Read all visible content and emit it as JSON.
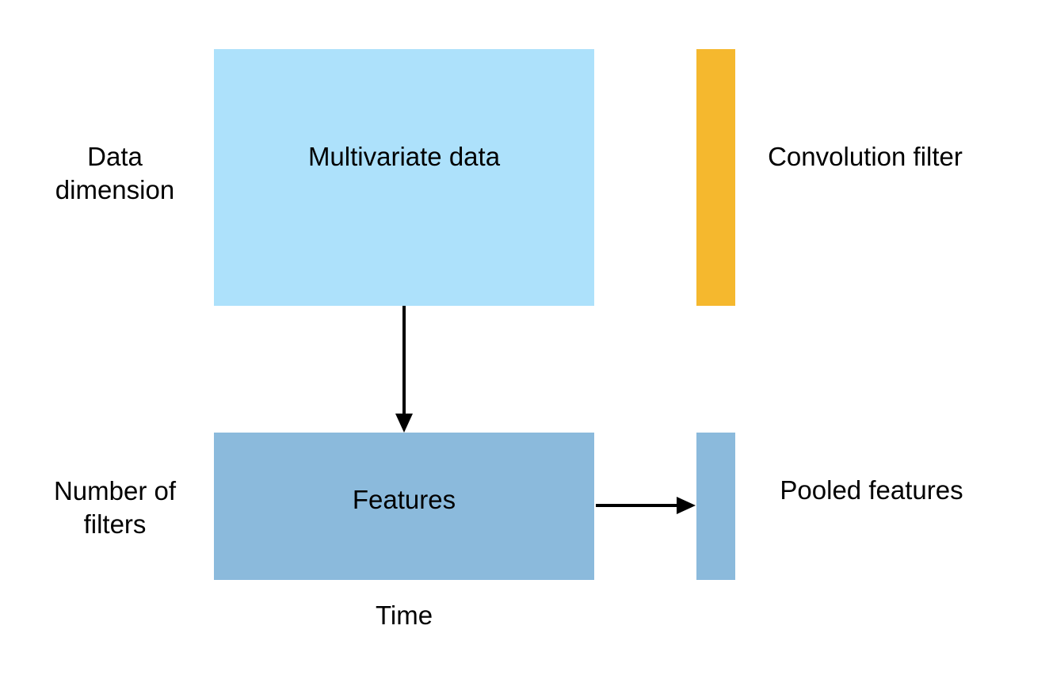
{
  "colors": {
    "data_box": "#ade1fb",
    "filter_bar": "#f5b82e",
    "features_box": "#8bbadc",
    "pooled_bar": "#8bbadc",
    "arrow": "#000000"
  },
  "boxes": {
    "multivariate_data": "Multivariate data",
    "features": "Features"
  },
  "labels": {
    "data_dimension": [
      "Data",
      "dimension"
    ],
    "number_of_filters": [
      "Number of",
      "filters"
    ],
    "convolution_filter": "Convolution filter",
    "pooled_features": "Pooled features",
    "time": "Time"
  }
}
